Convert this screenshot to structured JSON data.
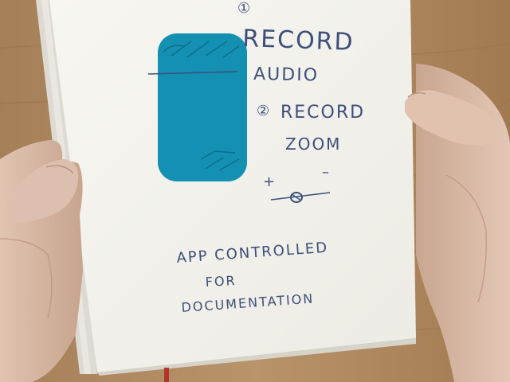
{
  "sketch": {
    "step1_number": "①",
    "step1_line1": "RECORD",
    "step1_line2": "AUDIO",
    "step2_number": "②",
    "step2_line1": "RECORD",
    "step2_line2": "ZOOM",
    "plus_label": "+",
    "minus_label": "–",
    "caption_line1": "APP CONTROLLED",
    "caption_line2": "FOR",
    "caption_line3": "DOCUMENTATION"
  },
  "colors": {
    "desk": "#b08a63",
    "paper": "#f4f3ee",
    "device": "#1390b2",
    "ink": "#3d4f7a",
    "skin": "#d7b8a4"
  }
}
